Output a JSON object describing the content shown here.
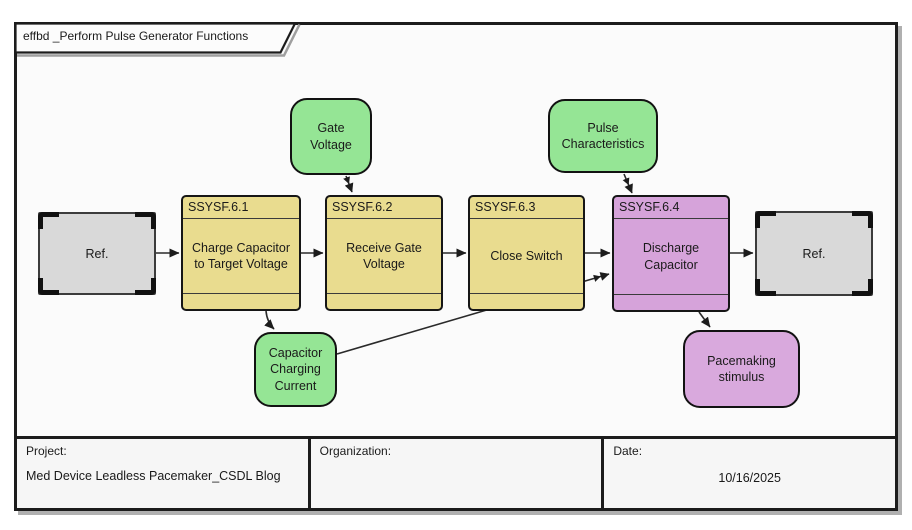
{
  "diagram": {
    "title": "effbd _Perform Pulse Generator Functions"
  },
  "functions": [
    {
      "id": "SSYSF.6.1",
      "name": "Charge Capacitor to Target Voltage"
    },
    {
      "id": "SSYSF.6.2",
      "name": "Receive Gate Voltage"
    },
    {
      "id": "SSYSF.6.3",
      "name": "Close Switch"
    },
    {
      "id": "SSYSF.6.4",
      "name": "Discharge Capacitor"
    }
  ],
  "refs": {
    "left": "Ref.",
    "right": "Ref."
  },
  "items": {
    "gate_voltage": "Gate Voltage",
    "pulse_characteristics": "Pulse Characteristics",
    "capacitor_charging_current": "Capacitor Charging Current",
    "pacemaking_stimulus": "Pacemaking stimulus"
  },
  "footer": {
    "project_label": "Project:",
    "project_value": "Med Device Leadless Pacemaker_CSDL Blog",
    "organization_label": "Organization:",
    "organization_value": "",
    "date_label": "Date:",
    "date_value": "10/16/2025"
  },
  "colors": {
    "function_fill": "#e9dc8f",
    "function_alt_fill": "#d6a3da",
    "input_item_fill": "#95e595",
    "output_item_fill": "#d9a9dd",
    "ref_fill": "#d9d9d9",
    "frame_border": "#1c1c1c",
    "connector": "#2a2a2a",
    "shadow": "#b0b0b0"
  }
}
